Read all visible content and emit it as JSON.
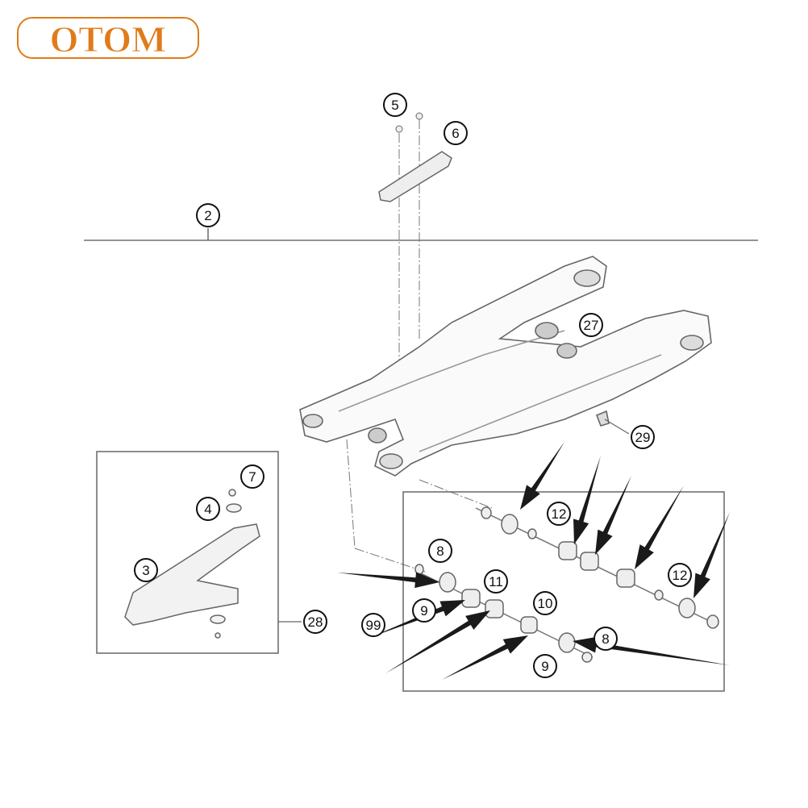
{
  "brand": {
    "logo_text": "OTOM",
    "color": "#e07b1a"
  },
  "callouts": [
    {
      "id": "5",
      "label": "5"
    },
    {
      "id": "6",
      "label": "6"
    },
    {
      "id": "2",
      "label": "2"
    },
    {
      "id": "27",
      "label": "27"
    },
    {
      "id": "29",
      "label": "29"
    },
    {
      "id": "7",
      "label": "7"
    },
    {
      "id": "4",
      "label": "4"
    },
    {
      "id": "3",
      "label": "3"
    },
    {
      "id": "28",
      "label": "28"
    },
    {
      "id": "8a",
      "label": "8"
    },
    {
      "id": "11",
      "label": "11"
    },
    {
      "id": "10",
      "label": "10"
    },
    {
      "id": "9a",
      "label": "9"
    },
    {
      "id": "99",
      "label": "99"
    },
    {
      "id": "9b",
      "label": "9"
    },
    {
      "id": "8b",
      "label": "8"
    },
    {
      "id": "12a",
      "label": "12"
    },
    {
      "id": "12b",
      "label": "12"
    }
  ]
}
